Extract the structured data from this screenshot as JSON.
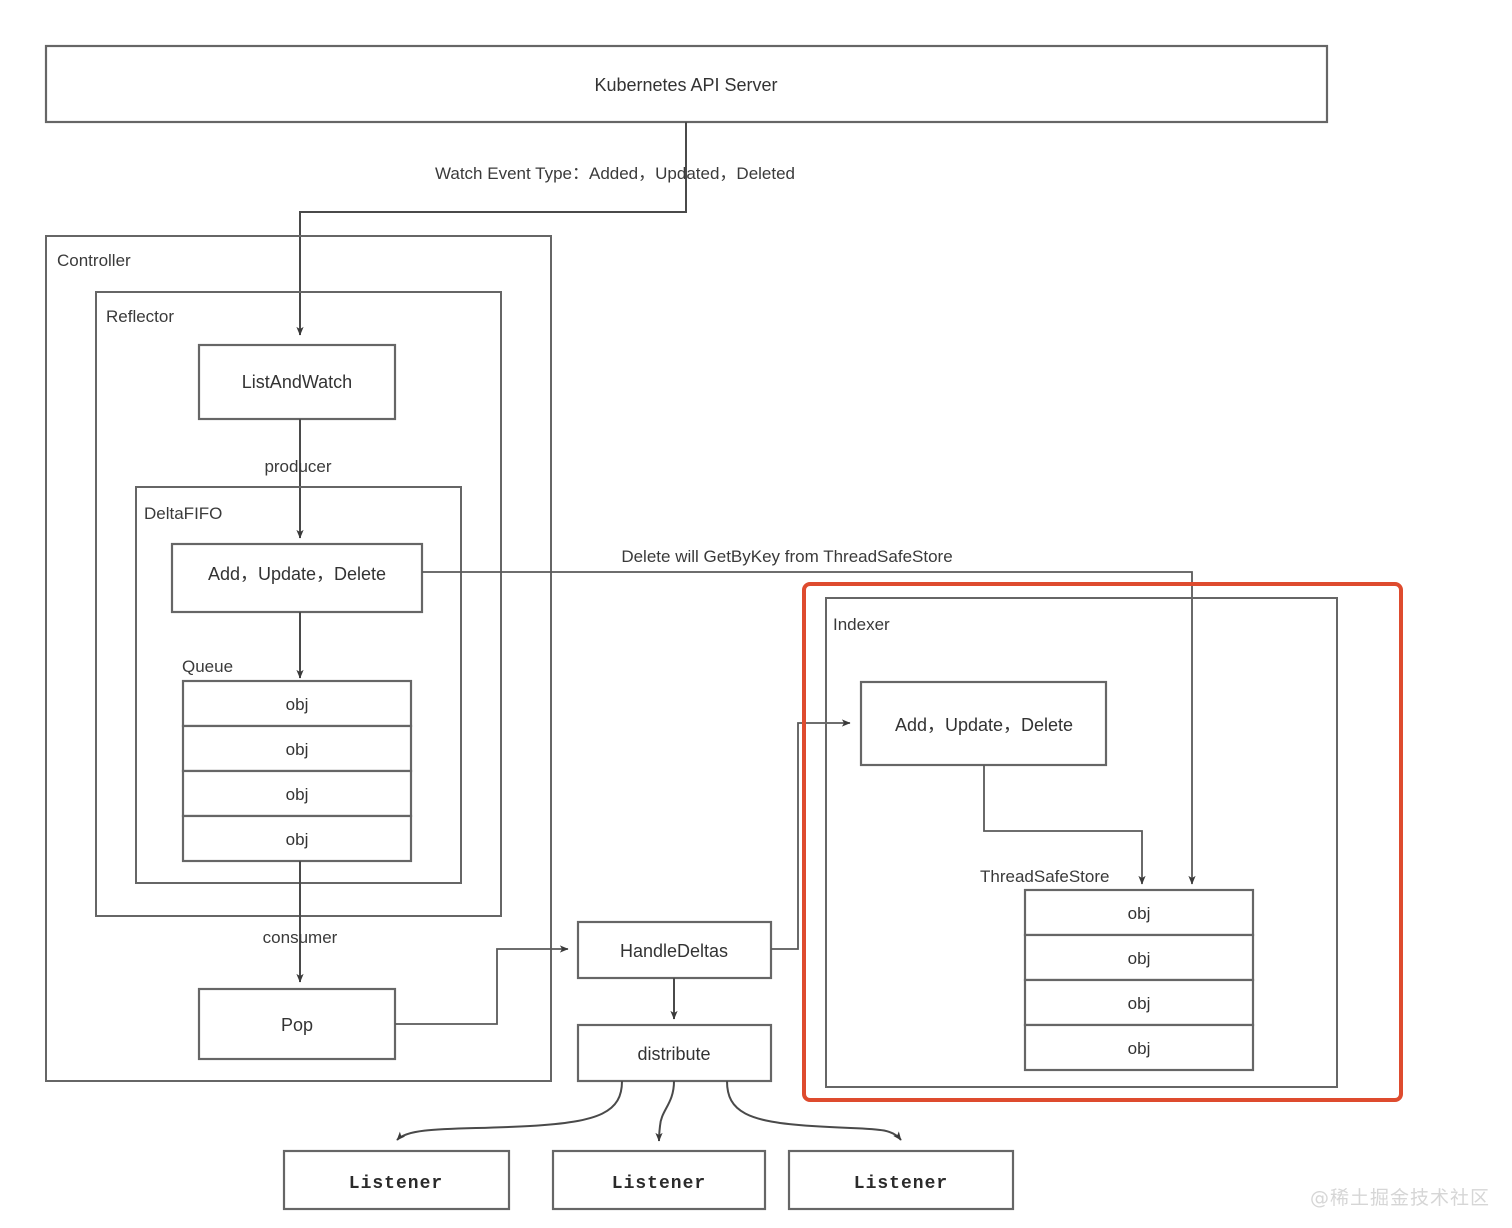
{
  "diagram": {
    "title_box": {
      "label": "Kubernetes API Server"
    },
    "edge_labels": {
      "watch_event": "Watch Event Type：Added，Updated，Deleted",
      "producer": "producer",
      "consumer": "consumer",
      "delete_getbykey": "Delete will GetByKey from ThreadSafeStore"
    },
    "groups": {
      "controller": "Controller",
      "reflector": "Reflector",
      "deltafifo": "DeltaFIFO",
      "queue": "Queue",
      "indexer": "Indexer",
      "threadsafestore": "ThreadSafeStore"
    },
    "nodes": {
      "list_and_watch": "ListAndWatch",
      "fifo_ops": "Add，Update，Delete",
      "pop": "Pop",
      "handle_deltas": "HandleDeltas",
      "distribute": "distribute",
      "indexer_ops": "Add，Update，Delete"
    },
    "queue_items": [
      {
        "label": "obj"
      },
      {
        "label": "obj"
      },
      {
        "label": "obj"
      },
      {
        "label": "obj"
      }
    ],
    "store_items": [
      {
        "label": "obj"
      },
      {
        "label": "obj"
      },
      {
        "label": "obj"
      },
      {
        "label": "obj"
      }
    ],
    "listeners": [
      {
        "label": "Listener"
      },
      {
        "label": "Listener"
      },
      {
        "label": "Listener"
      }
    ],
    "colors": {
      "highlight_border": "#DE4B2E",
      "box_border": "#666666",
      "connector": "#4a4a4a",
      "background": "#ffffff"
    },
    "watermark": "@稀土掘金技术社区"
  }
}
